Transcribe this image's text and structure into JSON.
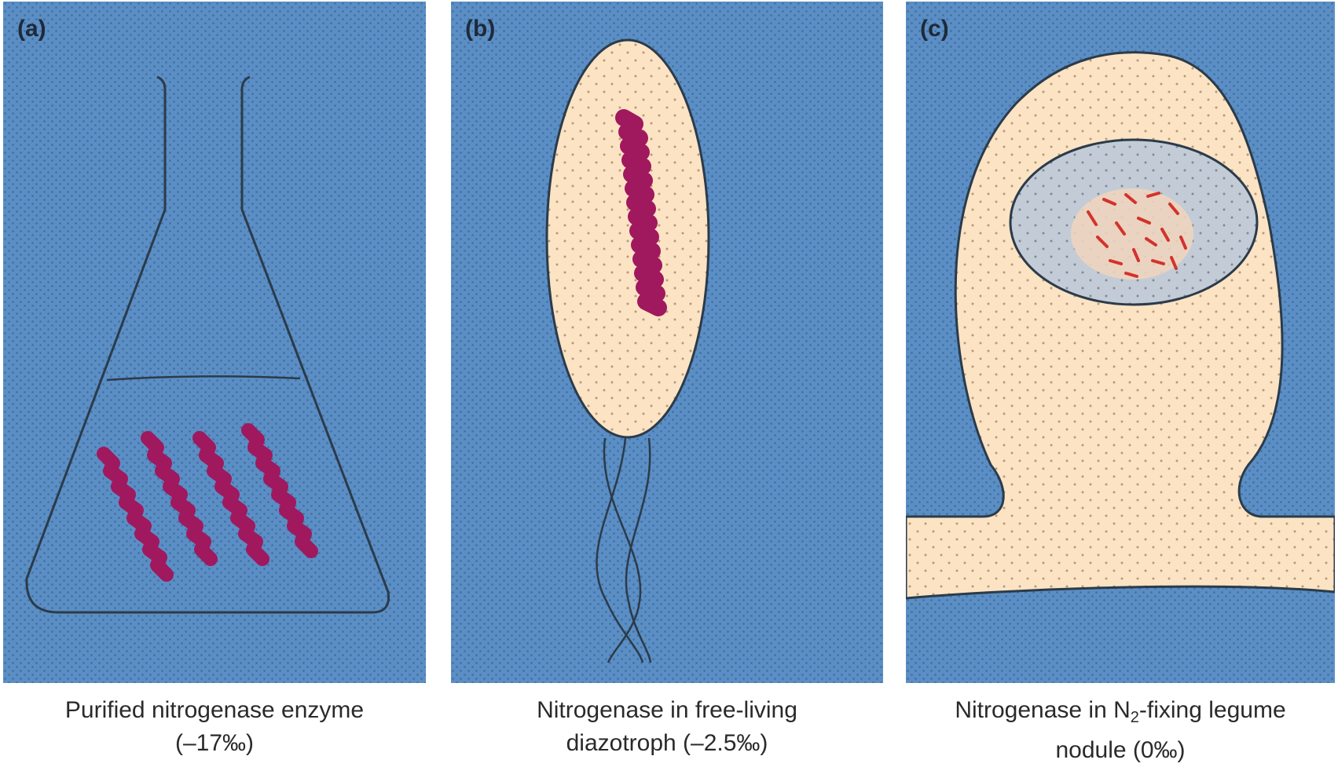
{
  "colors": {
    "background_blue": "#5b8ec4",
    "cell_cream": "#fbe3c4",
    "nucleus_gray": "#c3cbd6",
    "enzyme_magenta": "#a0185e",
    "bacteroid_red": "#d4322c",
    "outline": "#2b3b4a"
  },
  "panels": [
    {
      "label": "(a)",
      "caption_line1": "Purified nitrogenase enzyme",
      "caption_line2": "(–17‰)"
    },
    {
      "label": "(b)",
      "caption_line1": "Nitrogenase in free-living",
      "caption_line2": "diazotroph (–2.5‰)"
    },
    {
      "label": "(c)",
      "caption_line1_pre": "Nitrogenase in N",
      "caption_line1_sub": "2",
      "caption_line1_post": "-fixing legume",
      "caption_line2": "nodule (0‰)"
    }
  ]
}
